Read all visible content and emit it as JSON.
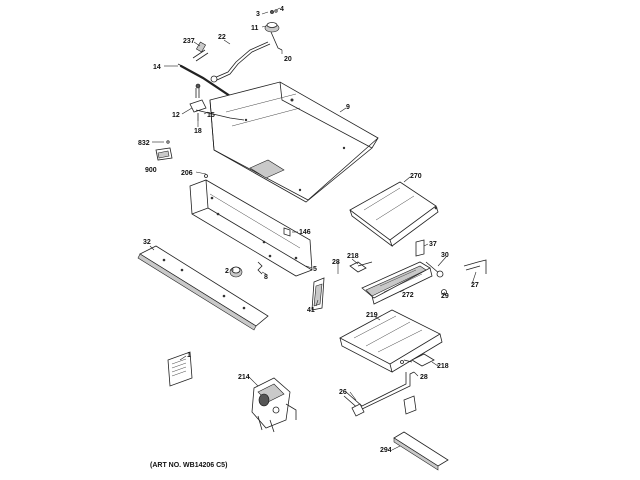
{
  "diagram": {
    "art_number": "(ART NO. WB14206 C5)",
    "part_labels": {
      "p3": "3",
      "p4": "4",
      "p11": "11",
      "p237": "237",
      "p22": "22",
      "p20": "20",
      "p14": "14",
      "p9": "9",
      "p12": "12",
      "p15": "15",
      "p18": "18",
      "p832": "832",
      "p900": "900",
      "p206": "206",
      "p270": "270",
      "p146": "146",
      "p32": "32",
      "p37": "37",
      "p218a": "218",
      "p28a": "28",
      "p30": "30",
      "p2": "2",
      "p8": "8",
      "p5": "5",
      "p29": "29",
      "p27": "27",
      "p272": "272",
      "p41": "41",
      "p219": "219",
      "p1": "1",
      "p218b": "218",
      "p214": "214",
      "p28b": "28",
      "p26": "26",
      "p294": "294"
    }
  }
}
